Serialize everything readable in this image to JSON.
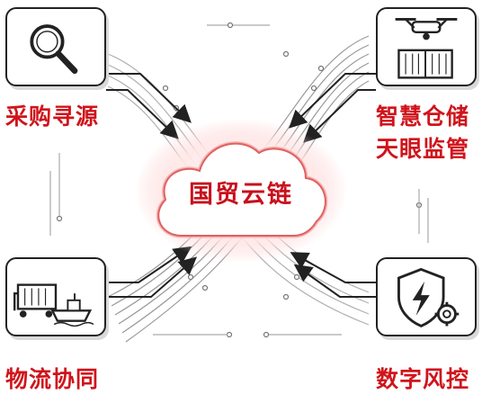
{
  "center": {
    "label": "国贸云链"
  },
  "nodes": {
    "top_left": {
      "label": "采购寻源",
      "icon": "magnifier-icon"
    },
    "top_right": {
      "line1": "智慧仓储",
      "line2": "天眼监管",
      "icon": "drone-container-icon"
    },
    "bottom_left": {
      "label": "物流协同",
      "icon": "truck-ship-icon"
    },
    "bottom_right": {
      "label": "数字风控",
      "icon": "shield-gear-icon"
    }
  },
  "colors": {
    "accent": "#d0141b",
    "line": "#222222",
    "cloud_glow": "#f08a8a"
  }
}
